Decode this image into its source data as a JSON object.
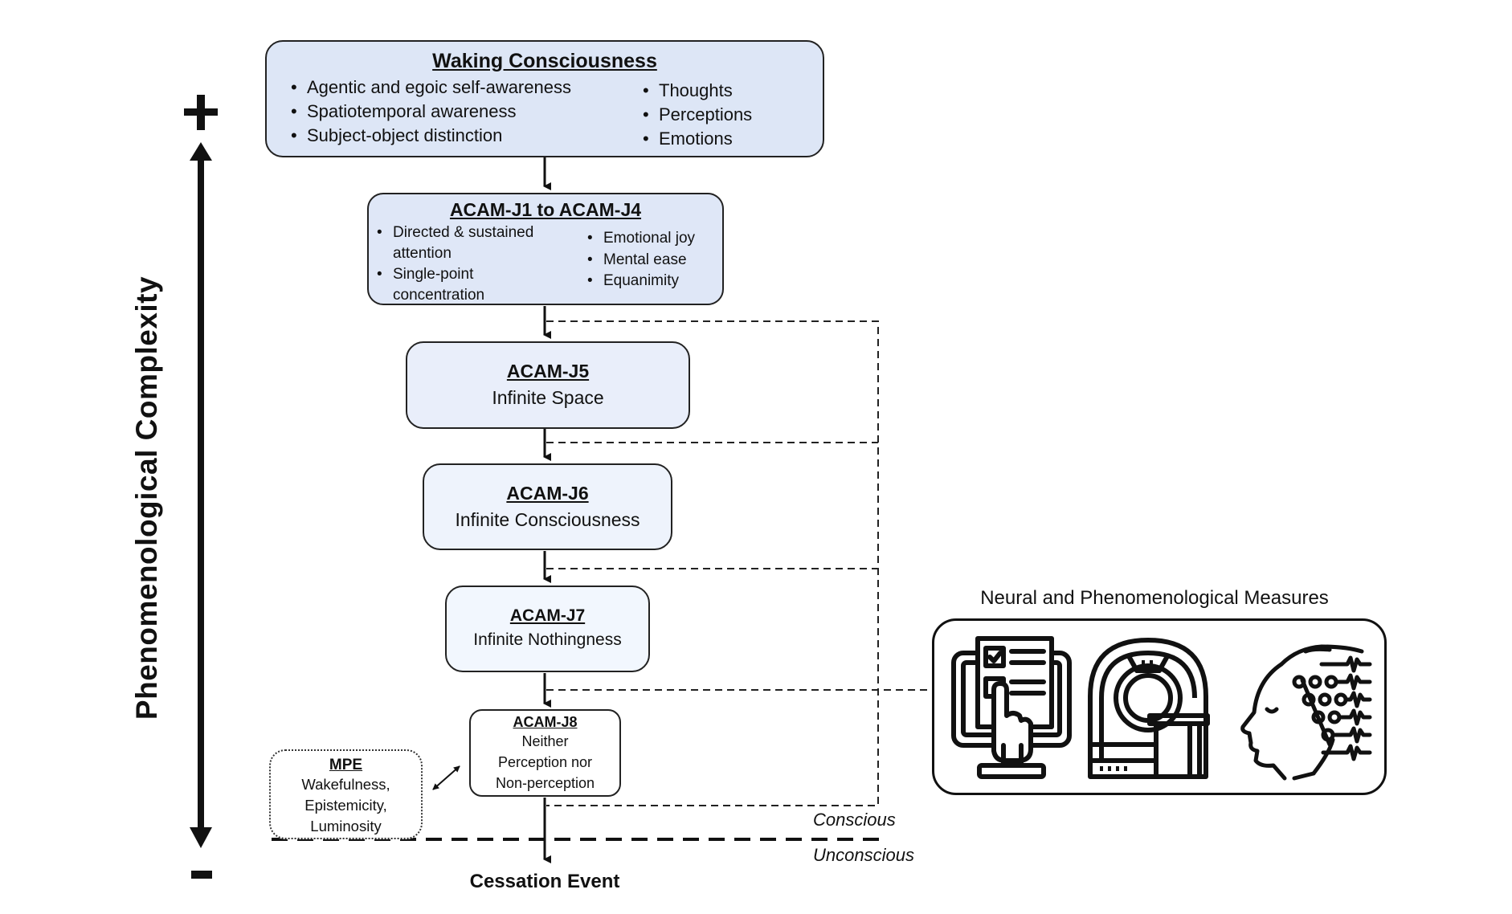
{
  "axis": {
    "label": "Phenomenological Complexity",
    "top_symbol": "+",
    "bottom_symbol": "-"
  },
  "waking": {
    "title": "Waking Consciousness",
    "col1": [
      "Agentic and egoic self-awareness",
      "Spatiotemporal awareness",
      "Subject-object distinction"
    ],
    "col2": [
      "Thoughts",
      "Perceptions",
      "Emotions"
    ]
  },
  "j1_j4": {
    "title": "ACAM-J1 to ACAM-J4",
    "col1": [
      {
        "line1": "Directed & sustained",
        "line2": "attention"
      },
      {
        "line1": "Single-point",
        "line2": "concentration"
      }
    ],
    "col2": [
      "Emotional joy",
      "Mental ease",
      "Equanimity"
    ]
  },
  "j5": {
    "title": "ACAM-J5",
    "subtitle": "Infinite Space"
  },
  "j6": {
    "title": "ACAM-J6",
    "subtitle": "Infinite Consciousness"
  },
  "j7": {
    "title": "ACAM-J7",
    "subtitle": "Infinite Nothingness"
  },
  "j8": {
    "title": "ACAM-J8",
    "lines": [
      "Neither",
      "Perception nor",
      "Non-perception"
    ]
  },
  "mpe": {
    "title": "MPE",
    "lines": [
      "Wakefulness,",
      "Epistemicity,",
      "Luminosity"
    ]
  },
  "boundary": {
    "above": "Conscious",
    "below": "Unconscious"
  },
  "endpoint": "Cessation Event",
  "measures": {
    "title": "Neural and Phenomenological Measures",
    "icons": [
      "questionnaire-screen-icon",
      "mri-scanner-icon",
      "eeg-head-icon"
    ]
  }
}
